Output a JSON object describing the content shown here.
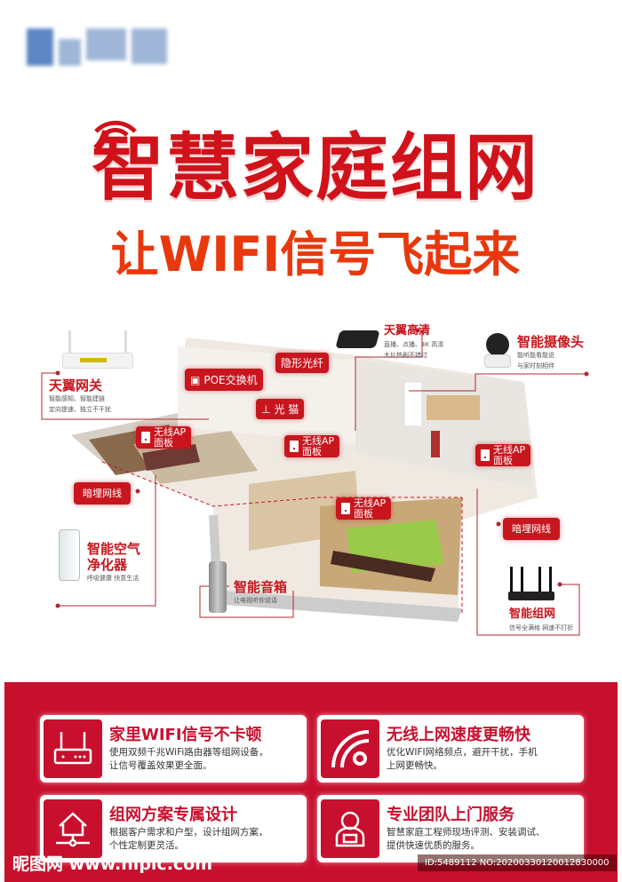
{
  "header": {
    "title": "智慧家庭组网",
    "subtitle": "让WIFI信号飞起来"
  },
  "colors": {
    "brand_red": "#c8102e",
    "subtitle_orange": "#e8380d"
  },
  "illustration": {
    "gateway": {
      "title": "天翼网关",
      "desc1": "智能感知、智能建链",
      "desc2": "定向提速、独立不干扰"
    },
    "iptv": {
      "title": "天翼高清",
      "desc1": "直播、点播、4K 高清",
      "desc2": "大片热剧不错过"
    },
    "camera": {
      "title": "智能摄像头",
      "desc1": "能听能看能说",
      "desc2": "与家时刻相伴"
    },
    "purifier": {
      "title1": "智能空气",
      "title2": "净化器",
      "desc": "呼吸健康 快意生活"
    },
    "speaker": {
      "title": "智能音箱",
      "desc": "让电视听你说话"
    },
    "mesh": {
      "title": "智能组网",
      "desc": "信号全满格 网速不打折"
    },
    "tags": {
      "poe": "POE交换机",
      "fiber": "隐形光纤",
      "modem": "光  猫",
      "ap1": "无线AP",
      "ap2": "面板",
      "cable": "暗埋网线"
    }
  },
  "features": [
    {
      "icon": "router-icon",
      "title": "家里WIFI信号不卡顿",
      "line1": "使用双频千兆WiFi路由器等组网设备，",
      "line2": "让信号覆盖效果更全面。"
    },
    {
      "icon": "wifi-icon",
      "title": "无线上网速度更畅快",
      "line1": "优化WIFI网络频点，避开干扰，手机",
      "line2": "上网更畅快。"
    },
    {
      "icon": "home-network-icon",
      "title": "组网方案专属设计",
      "line1": "根据客户需求和户型，设计组网方案，",
      "line2": "个性定制更灵活。"
    },
    {
      "icon": "engineer-icon",
      "title": "专业团队上门服务",
      "line1": "智慧家庭工程师现场评测、安装调试、",
      "line2": "提供快速优质的服务。"
    }
  ],
  "watermark": {
    "site": "昵图网 www.nipic.com",
    "id": "ID:5489112 NO:20200330120012830000"
  }
}
